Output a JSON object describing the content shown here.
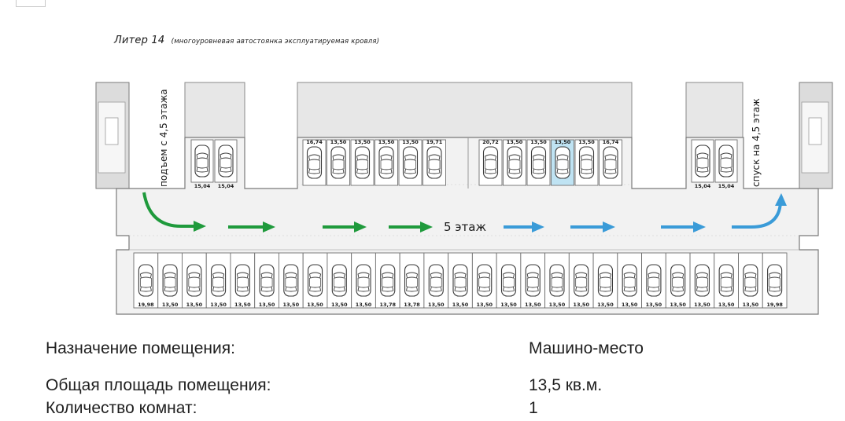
{
  "plan": {
    "title": "Литер 14",
    "subtitle": "(многоуровневая автостоянка эксплуатируемая кровля)",
    "floor_label": "5 этаж",
    "ramp_up_label": "подъем с 4,5 этажа",
    "ramp_down_label": "спуск на 4,5 этаж",
    "left_pair_areas": [
      "15,04",
      "15,04"
    ],
    "right_pair_areas": [
      "15,04",
      "15,04"
    ],
    "top_row_a_areas": [
      "16,74",
      "13,50",
      "13,50",
      "13,50",
      "13,50",
      "19,71"
    ],
    "top_row_b_areas": [
      "20,72",
      "13,50",
      "13,50",
      "13,50",
      "13,50",
      "16,74"
    ],
    "top_row_b_highlight_index": 3,
    "bottom_row_areas": [
      "19,98",
      "13,50",
      "13,50",
      "13,50",
      "13,50",
      "13,50",
      "13,50",
      "13,50",
      "13,50",
      "13,50",
      "13,78",
      "13,78",
      "13,50",
      "13,50",
      "13,50",
      "13,50",
      "13,50",
      "13,50",
      "13,50",
      "13,50",
      "13,50",
      "13,50",
      "13,50",
      "13,50",
      "13,50",
      "13,50",
      "19,98"
    ],
    "colors": {
      "arrow_green": "#1f9a3c",
      "arrow_blue": "#3a9bd8",
      "highlight": "#bfe3f3",
      "wall_fill": "#dcdcdc",
      "floor_fill": "#f1f1f1"
    }
  },
  "info": {
    "purpose_label": "Назначение помещения:",
    "purpose_value": "Машино-место",
    "area_label": "Общая площадь помещения:",
    "area_value": "13,5 кв.м.",
    "rooms_label": "Количество комнат:",
    "rooms_value": "1"
  }
}
